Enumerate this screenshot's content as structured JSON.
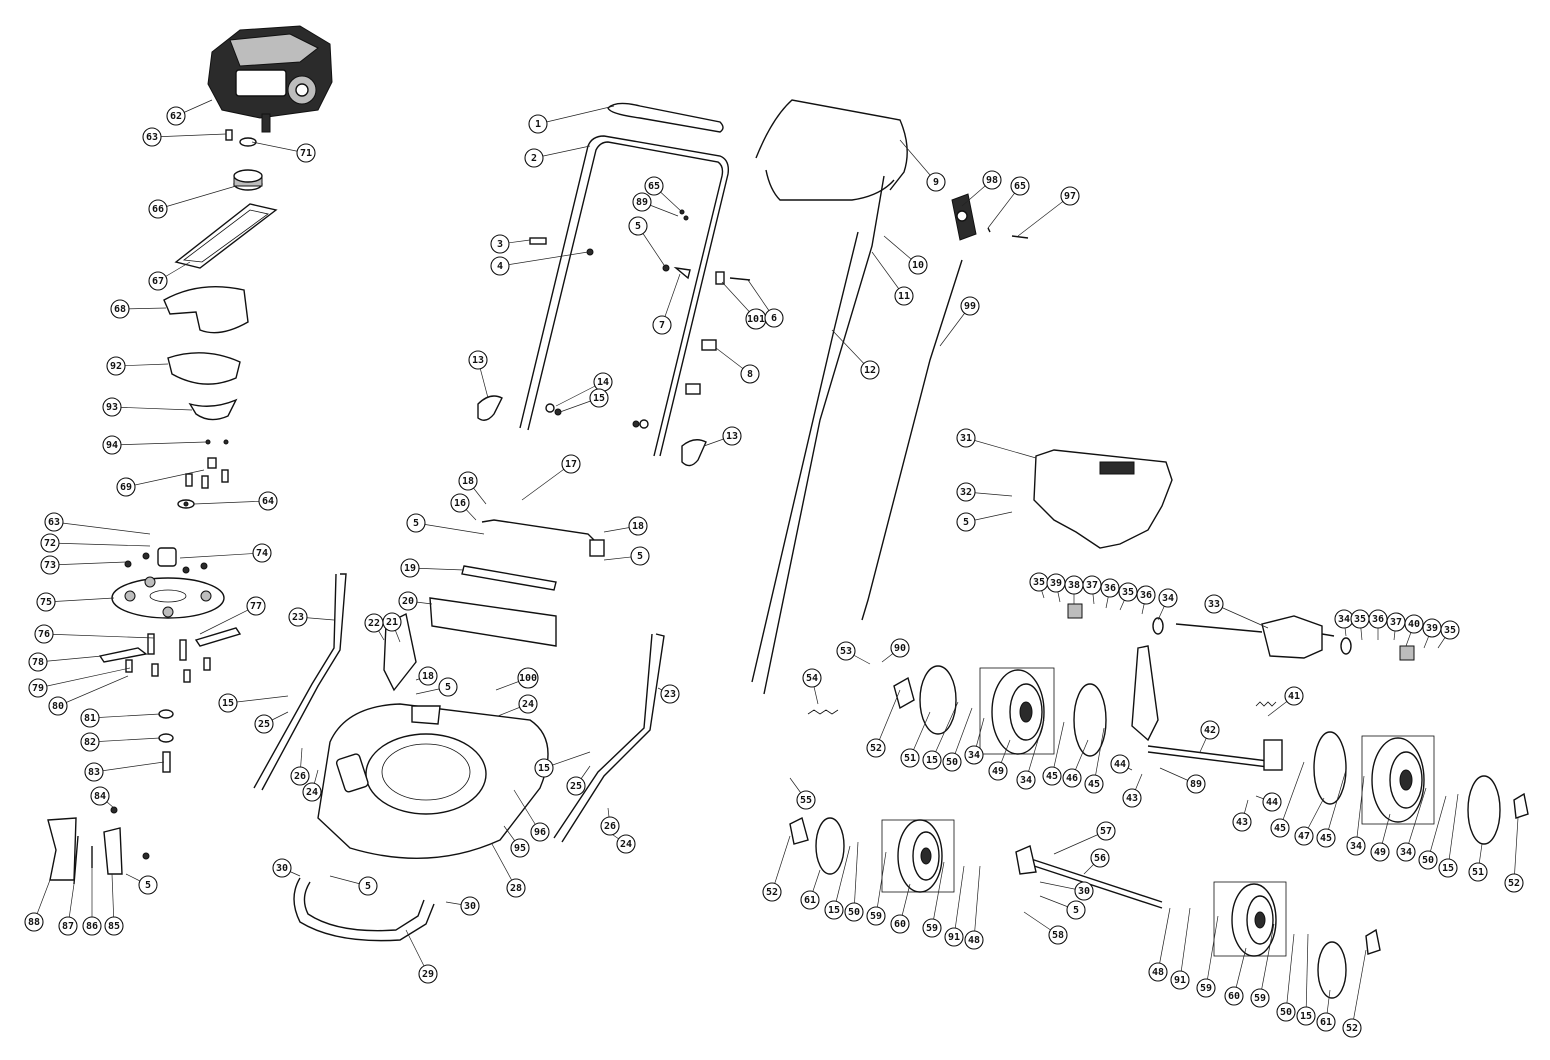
{
  "diagram": {
    "callouts": [
      {
        "id": "c-62",
        "label": "62"
      },
      {
        "id": "c-63a",
        "label": "63"
      },
      {
        "id": "c-71",
        "label": "71"
      },
      {
        "id": "c-66",
        "label": "66"
      },
      {
        "id": "c-67",
        "label": "67"
      },
      {
        "id": "c-68",
        "label": "68"
      },
      {
        "id": "c-92",
        "label": "92"
      },
      {
        "id": "c-93",
        "label": "93"
      },
      {
        "id": "c-94",
        "label": "94"
      },
      {
        "id": "c-69",
        "label": "69"
      },
      {
        "id": "c-64",
        "label": "64"
      },
      {
        "id": "c-63b",
        "label": "63"
      },
      {
        "id": "c-72",
        "label": "72"
      },
      {
        "id": "c-73",
        "label": "73"
      },
      {
        "id": "c-74",
        "label": "74"
      },
      {
        "id": "c-75",
        "label": "75"
      },
      {
        "id": "c-77",
        "label": "77"
      },
      {
        "id": "c-76",
        "label": "76"
      },
      {
        "id": "c-78",
        "label": "78"
      },
      {
        "id": "c-79",
        "label": "79"
      },
      {
        "id": "c-80",
        "label": "80"
      },
      {
        "id": "c-81",
        "label": "81"
      },
      {
        "id": "c-82",
        "label": "82"
      },
      {
        "id": "c-83",
        "label": "83"
      },
      {
        "id": "c-84",
        "label": "84"
      },
      {
        "id": "c-5a",
        "label": "5"
      },
      {
        "id": "c-88",
        "label": "88"
      },
      {
        "id": "c-87",
        "label": "87"
      },
      {
        "id": "c-86",
        "label": "86"
      },
      {
        "id": "c-85",
        "label": "85"
      },
      {
        "id": "c-1",
        "label": "1"
      },
      {
        "id": "c-2",
        "label": "2"
      },
      {
        "id": "c-65a",
        "label": "65"
      },
      {
        "id": "c-89a",
        "label": "89"
      },
      {
        "id": "c-3",
        "label": "3"
      },
      {
        "id": "c-4",
        "label": "4"
      },
      {
        "id": "c-5b",
        "label": "5"
      },
      {
        "id": "c-7",
        "label": "7"
      },
      {
        "id": "c-101",
        "label": "101"
      },
      {
        "id": "c-6",
        "label": "6"
      },
      {
        "id": "c-8",
        "label": "8"
      },
      {
        "id": "c-13a",
        "label": "13"
      },
      {
        "id": "c-14",
        "label": "14"
      },
      {
        "id": "c-15a",
        "label": "15"
      },
      {
        "id": "c-13b",
        "label": "13"
      },
      {
        "id": "c-9",
        "label": "9"
      },
      {
        "id": "c-10",
        "label": "10"
      },
      {
        "id": "c-11",
        "label": "11"
      },
      {
        "id": "c-12",
        "label": "12"
      },
      {
        "id": "c-98",
        "label": "98"
      },
      {
        "id": "c-65b",
        "label": "65"
      },
      {
        "id": "c-97",
        "label": "97"
      },
      {
        "id": "c-99",
        "label": "99"
      },
      {
        "id": "c-31",
        "label": "31"
      },
      {
        "id": "c-32",
        "label": "32"
      },
      {
        "id": "c-5c",
        "label": "5"
      },
      {
        "id": "c-17",
        "label": "17"
      },
      {
        "id": "c-18a",
        "label": "18"
      },
      {
        "id": "c-16",
        "label": "16"
      },
      {
        "id": "c-5d",
        "label": "5"
      },
      {
        "id": "c-18b",
        "label": "18"
      },
      {
        "id": "c-5e",
        "label": "5"
      },
      {
        "id": "c-19",
        "label": "19"
      },
      {
        "id": "c-20",
        "label": "20"
      },
      {
        "id": "c-22",
        "label": "22"
      },
      {
        "id": "c-21",
        "label": "21"
      },
      {
        "id": "c-18c",
        "label": "18"
      },
      {
        "id": "c-5f",
        "label": "5"
      },
      {
        "id": "c-100",
        "label": "100"
      },
      {
        "id": "c-24a",
        "label": "24"
      },
      {
        "id": "c-23a",
        "label": "23"
      },
      {
        "id": "c-15b",
        "label": "15"
      },
      {
        "id": "c-25a",
        "label": "25"
      },
      {
        "id": "c-26a",
        "label": "26"
      },
      {
        "id": "c-24b",
        "label": "24"
      },
      {
        "id": "c-23b",
        "label": "23"
      },
      {
        "id": "c-15c",
        "label": "15"
      },
      {
        "id": "c-25b",
        "label": "25"
      },
      {
        "id": "c-26b",
        "label": "26"
      },
      {
        "id": "c-24c",
        "label": "24"
      },
      {
        "id": "c-96",
        "label": "96"
      },
      {
        "id": "c-95",
        "label": "95"
      },
      {
        "id": "c-28",
        "label": "28"
      },
      {
        "id": "c-30a",
        "label": "30"
      },
      {
        "id": "c-5g",
        "label": "5"
      },
      {
        "id": "c-30b",
        "label": "30"
      },
      {
        "id": "c-29",
        "label": "29"
      },
      {
        "id": "c-35a",
        "label": "35"
      },
      {
        "id": "c-39a",
        "label": "39"
      },
      {
        "id": "c-38",
        "label": "38"
      },
      {
        "id": "c-37a",
        "label": "37"
      },
      {
        "id": "c-36a",
        "label": "36"
      },
      {
        "id": "c-35b",
        "label": "35"
      },
      {
        "id": "c-36b",
        "label": "36"
      },
      {
        "id": "c-34a",
        "label": "34"
      },
      {
        "id": "c-33",
        "label": "33"
      },
      {
        "id": "c-34b",
        "label": "34"
      },
      {
        "id": "c-35c",
        "label": "35"
      },
      {
        "id": "c-36c",
        "label": "36"
      },
      {
        "id": "c-37b",
        "label": "37"
      },
      {
        "id": "c-40",
        "label": "40"
      },
      {
        "id": "c-39b",
        "label": "39"
      },
      {
        "id": "c-35d",
        "label": "35"
      },
      {
        "id": "c-53",
        "label": "53"
      },
      {
        "id": "c-90",
        "label": "90"
      },
      {
        "id": "c-54",
        "label": "54"
      },
      {
        "id": "c-55",
        "label": "55"
      },
      {
        "id": "c-52a",
        "label": "52"
      },
      {
        "id": "c-51a",
        "label": "51"
      },
      {
        "id": "c-15d",
        "label": "15"
      },
      {
        "id": "c-50a",
        "label": "50"
      },
      {
        "id": "c-34c",
        "label": "34"
      },
      {
        "id": "c-49a",
        "label": "49"
      },
      {
        "id": "c-34d",
        "label": "34"
      },
      {
        "id": "c-45a",
        "label": "45"
      },
      {
        "id": "c-46",
        "label": "46"
      },
      {
        "id": "c-45b",
        "label": "45"
      },
      {
        "id": "c-41",
        "label": "41"
      },
      {
        "id": "c-42",
        "label": "42"
      },
      {
        "id": "c-44a",
        "label": "44"
      },
      {
        "id": "c-43a",
        "label": "43"
      },
      {
        "id": "c-89b",
        "label": "89"
      },
      {
        "id": "c-44b",
        "label": "44"
      },
      {
        "id": "c-43b",
        "label": "43"
      },
      {
        "id": "c-45c",
        "label": "45"
      },
      {
        "id": "c-47",
        "label": "47"
      },
      {
        "id": "c-45d",
        "label": "45"
      },
      {
        "id": "c-34e",
        "label": "34"
      },
      {
        "id": "c-49b",
        "label": "49"
      },
      {
        "id": "c-34f",
        "label": "34"
      },
      {
        "id": "c-50b",
        "label": "50"
      },
      {
        "id": "c-15e",
        "label": "15"
      },
      {
        "id": "c-51b",
        "label": "51"
      },
      {
        "id": "c-52b",
        "label": "52"
      },
      {
        "id": "c-52c",
        "label": "52"
      },
      {
        "id": "c-61a",
        "label": "61"
      },
      {
        "id": "c-15f",
        "label": "15"
      },
      {
        "id": "c-50c",
        "label": "50"
      },
      {
        "id": "c-59a",
        "label": "59"
      },
      {
        "id": "c-60a",
        "label": "60"
      },
      {
        "id": "c-59b",
        "label": "59"
      },
      {
        "id": "c-91a",
        "label": "91"
      },
      {
        "id": "c-48a",
        "label": "48"
      },
      {
        "id": "c-57",
        "label": "57"
      },
      {
        "id": "c-56",
        "label": "56"
      },
      {
        "id": "c-30c",
        "label": "30"
      },
      {
        "id": "c-5h",
        "label": "5"
      },
      {
        "id": "c-58",
        "label": "58"
      },
      {
        "id": "c-48b",
        "label": "48"
      },
      {
        "id": "c-91b",
        "label": "91"
      },
      {
        "id": "c-59c",
        "label": "59"
      },
      {
        "id": "c-60b",
        "label": "60"
      },
      {
        "id": "c-59d",
        "label": "59"
      },
      {
        "id": "c-50d",
        "label": "50"
      },
      {
        "id": "c-15g",
        "label": "15"
      },
      {
        "id": "c-61b",
        "label": "61"
      },
      {
        "id": "c-52d",
        "label": "52"
      }
    ]
  }
}
